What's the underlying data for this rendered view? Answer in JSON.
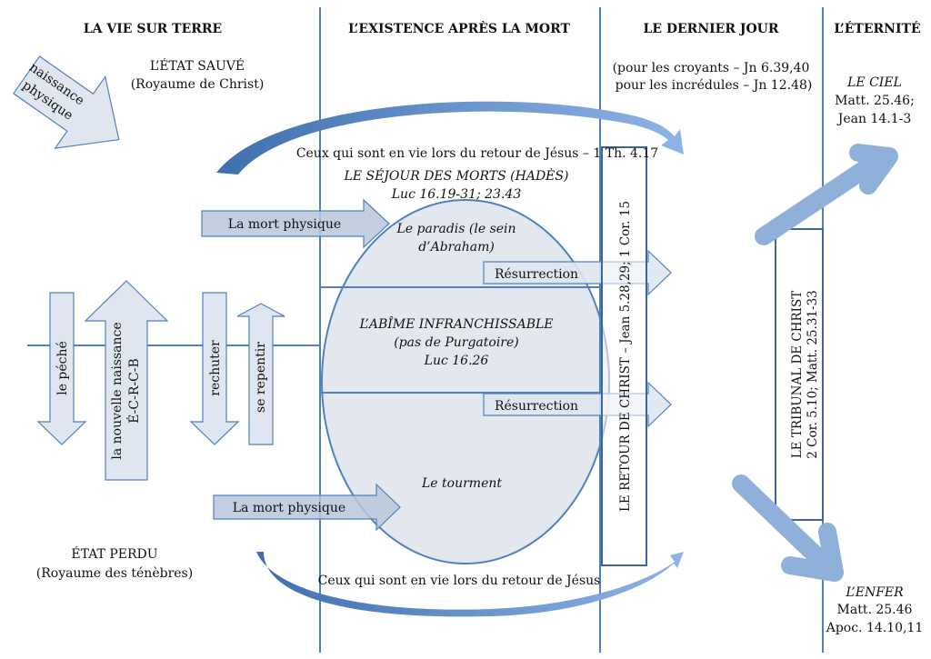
{
  "colors": {
    "line": "#4f81bd",
    "arrow_fill": "#dfe6f0",
    "arrow_dark_fill": "#b9c7da",
    "big_arrow": "#8fb0d8",
    "ellipse_fill": "#e3e8ef",
    "text": "#111111"
  },
  "headers": {
    "life_on_earth": "LA VIE SUR TERRE",
    "after_death": "L’EXISTENCE APRÈS LA MORT",
    "last_day": "LE DERNIER JOUR",
    "eternity": "L’ÉTERNITÉ"
  },
  "earth": {
    "saved_state": "L’ÉTAT SAUVÉ",
    "saved_kingdom": "(Royaume de Christ)",
    "lost_state": "ÉTAT PERDU",
    "lost_kingdom": "(Royaume des ténèbres)",
    "birth_arrow_line1": "naissance",
    "birth_arrow_line2": "physique",
    "sin_arrow": "le péché",
    "new_birth_line1": "la nouvelle naissance",
    "new_birth_line2": "É-C-R-C-B",
    "relapse_arrow": "rechuter",
    "repent_arrow": "se repentir",
    "death_arrow_top": "La mort physique",
    "death_arrow_bottom": "La mort physique"
  },
  "hades": {
    "title": "LE SÉJOUR DES MORTS (HADÈS)",
    "title_ref": "Luc 16.19-31; 23.43",
    "paradise_line1": "Le paradis (le sein",
    "paradise_line2": "d’Abraham)",
    "abyss_title": "L’ABÎME INFRANCHISSABLE",
    "abyss_note": "(pas de Purgatoire)",
    "abyss_ref": "Luc 16.26",
    "torment": "Le tourment",
    "resurrection_top": "Résurrection",
    "resurrection_bottom": "Résurrection"
  },
  "rapture": {
    "top": "Ceux qui sont en vie lors du retour de Jésus – 1 Th. 4.17",
    "bottom": "Ceux qui sont en vie lors du retour de Jésus"
  },
  "last_day": {
    "believers": "(pour les croyants – Jn 6.39,40",
    "unbelievers": "pour les incrédules – Jn 12.48)",
    "return_of_christ": "LE RETOUR DE CHRIST –  Jean 5.28,29; 1 Cor. 15"
  },
  "eternity": {
    "heaven_title": "LE CIEL",
    "heaven_ref1": "Matt. 25.46;",
    "heaven_ref2": "Jean 14.1-3",
    "tribunal_line1": "LE TRIBUNAL DE CHRIST",
    "tribunal_line2": "2 Cor. 5.10; Matt. 25.31-33",
    "hell_title": "L’ENFER",
    "hell_ref1": "Matt. 25.46",
    "hell_ref2": "Apoc. 14.10,11"
  }
}
